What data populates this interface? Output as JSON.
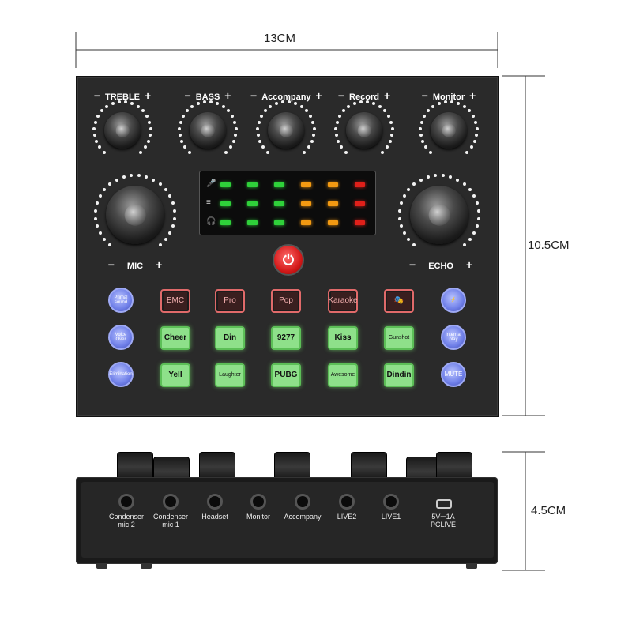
{
  "dimensions": {
    "width_label": "13CM",
    "height_label": "10.5CM",
    "depth_label": "4.5CM"
  },
  "knobs_top": [
    {
      "minus": "−",
      "label": "TREBLE",
      "plus": "+"
    },
    {
      "minus": "−",
      "label": "BASS",
      "plus": "+"
    },
    {
      "minus": "−",
      "label": "Accompany",
      "plus": "+"
    },
    {
      "minus": "−",
      "label": "Record",
      "plus": "+"
    },
    {
      "minus": "−",
      "label": "Monitor",
      "plus": "+"
    }
  ],
  "knobs_big": [
    {
      "minus": "−",
      "label": "MIC",
      "plus": "+"
    },
    {
      "minus": "−",
      "label": "ECHO",
      "plus": "+"
    }
  ],
  "power_symbol": "⏻",
  "meter_icons": [
    "mic-icon",
    "list-icon",
    "headphone-icon"
  ],
  "red_buttons": [
    "EMC",
    "Pro",
    "Pop",
    "Karaoke",
    "🎭"
  ],
  "green_row1": [
    "Cheer",
    "Din",
    "9277",
    "Kiss",
    "Gunshot"
  ],
  "green_row2": [
    "Yell",
    "Laughter",
    "PUBG",
    "Awesome",
    "Dindin"
  ],
  "blue_left": [
    "Primal sound",
    "Voice Over",
    "Elimination"
  ],
  "blue_right": [
    "⚡",
    "Internal play",
    "MUTE"
  ],
  "jacks": [
    {
      "label": "Condenser\nmic 2"
    },
    {
      "label": "Condenser\nmic 1"
    },
    {
      "label": "Headset"
    },
    {
      "label": "Monitor"
    },
    {
      "label": "Accompany"
    },
    {
      "label": "LIVE2"
    },
    {
      "label": "LIVE1"
    }
  ],
  "usb_label": "5V⎓1A\nPCLIVE",
  "colors": {
    "led_green": "#2fd13a",
    "led_orange": "#f39a12",
    "led_red": "#e0201a",
    "button_green": "#8ee08a",
    "button_red_border": "#e06a6a",
    "button_blue": "#6f7fe8"
  }
}
